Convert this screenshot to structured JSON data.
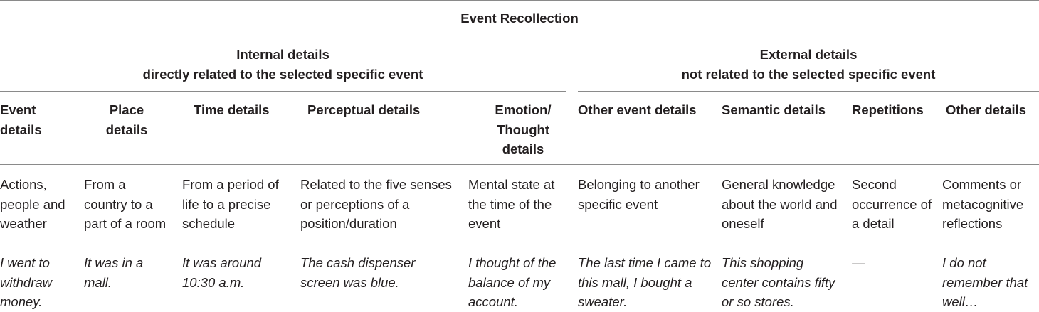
{
  "table": {
    "title": "Event Recollection",
    "groups": [
      {
        "line1": "Internal details",
        "line2": "directly related to the selected specific event"
      },
      {
        "line1": "External details",
        "line2": "not related to the selected specific event"
      }
    ],
    "columns": [
      {
        "header": "Event details",
        "definition": "Actions, people and weather",
        "example": "I went to withdraw money."
      },
      {
        "header": "Place details",
        "definition": "From a country to a part of a room",
        "example": "It was in a mall."
      },
      {
        "header": "Time details",
        "definition": "From a period of life to a precise schedule",
        "example": "It was around 10:30 a.m."
      },
      {
        "header": "Perceptual details",
        "definition": "Related to the five senses or perceptions of a position/duration",
        "example": "The cash dispenser screen was blue."
      },
      {
        "header": "Emotion/ Thought details",
        "definition": "Mental state at the time of the event",
        "example": "I thought of the balance of my account."
      },
      {
        "header": "Other event details",
        "definition": "Belonging to another specific event",
        "example": "The last time I came to this mall, I bought a sweater."
      },
      {
        "header": "Semantic details",
        "definition": "General knowledge about the world and oneself",
        "example": "This shopping center contains fifty or so stores."
      },
      {
        "header": "Repetitions",
        "definition": "Second occurrence of a detail",
        "example": "—"
      },
      {
        "header": "Other details",
        "definition": "Comments or metacognitive reflections",
        "example": "I do not remember that well…"
      }
    ]
  }
}
